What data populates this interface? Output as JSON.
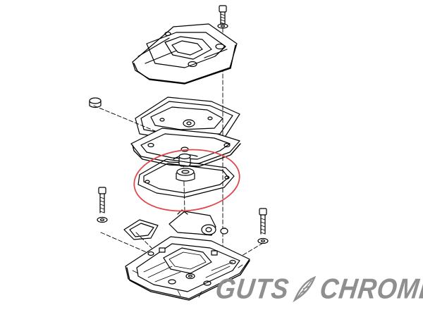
{
  "diagram": {
    "line_color": "#000000",
    "leader_color": "#000000",
    "highlight_color": "#e0474c",
    "background": "#ffffff"
  },
  "parts": [
    {
      "id": "top-screw",
      "kind": "screw"
    },
    {
      "id": "rocker-cover-top",
      "kind": "cover"
    },
    {
      "id": "cover-gasket-upper",
      "kind": "gasket"
    },
    {
      "id": "rocker-cover-middle",
      "kind": "cover"
    },
    {
      "id": "highlighted-gasket",
      "kind": "gasket"
    },
    {
      "id": "breather-plug",
      "kind": "plug"
    },
    {
      "id": "left-bolt",
      "kind": "bolt"
    },
    {
      "id": "right-bolt",
      "kind": "bolt"
    },
    {
      "id": "small-square-gasket",
      "kind": "gasket"
    },
    {
      "id": "breather-assembly",
      "kind": "breather"
    },
    {
      "id": "rocker-housing",
      "kind": "housing"
    }
  ],
  "watermark": {
    "word1": "GUTS",
    "word2": "CHROME",
    "color": "#8f8f8f",
    "icon": "feather-icon"
  }
}
